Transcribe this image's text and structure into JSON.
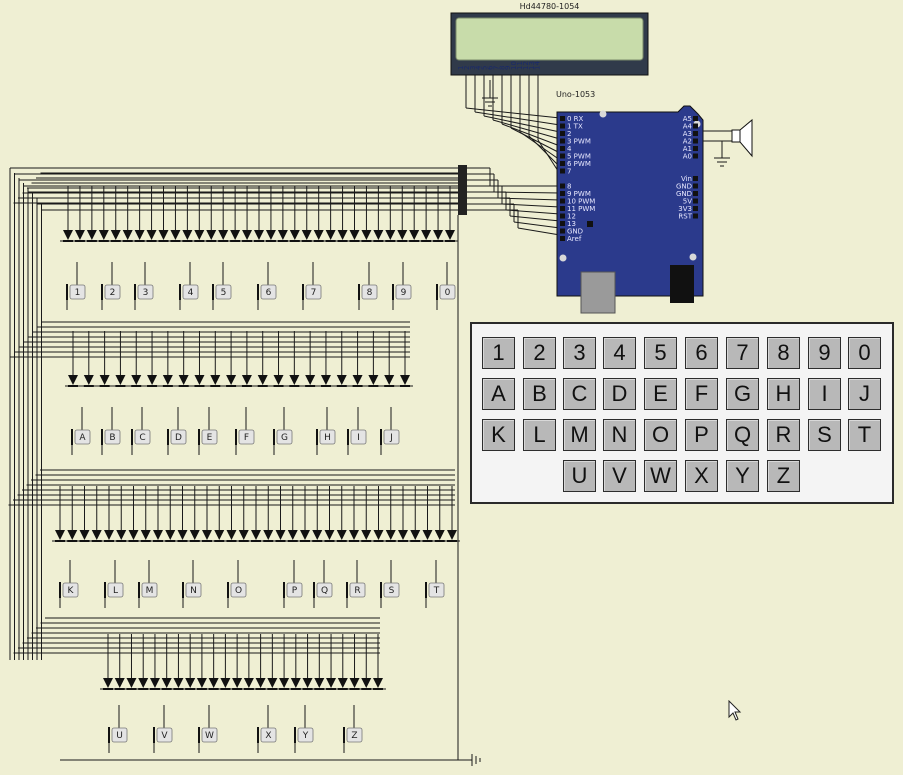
{
  "lcd": {
    "title": "Hd44780-1054",
    "pins": [
      "1",
      "2",
      "3",
      "4",
      "5",
      "6",
      "7",
      "8",
      "9",
      "10",
      "11",
      "12",
      "13",
      "14"
    ]
  },
  "uno": {
    "title": "Uno-1053",
    "left_pins": [
      "0 RX",
      "1 TX",
      "2",
      "3 PWM",
      "4",
      "5 PWM",
      "6 PWM",
      "7",
      "",
      "8",
      "9 PWM",
      "10 PWM",
      "11 PWM",
      "12",
      "13",
      "GND",
      "Aref"
    ],
    "right_pins": [
      "A5",
      "A4",
      "A3",
      "A2",
      "A1",
      "A0",
      "",
      "",
      "Vin",
      "GND",
      "GND",
      "5V",
      "3V3",
      "RST"
    ]
  },
  "circuit_keys": {
    "row1": [
      "1",
      "2",
      "3",
      "4",
      "5",
      "6",
      "7",
      "8",
      "9",
      "0"
    ],
    "row2": [
      "A",
      "B",
      "C",
      "D",
      "E",
      "F",
      "G",
      "H",
      "I",
      "J"
    ],
    "row3": [
      "K",
      "L",
      "M",
      "N",
      "O",
      "P",
      "Q",
      "R",
      "S",
      "T"
    ],
    "row4": [
      "U",
      "V",
      "W",
      "X",
      "Y",
      "Z"
    ]
  },
  "keypad": {
    "row1": [
      "1",
      "2",
      "3",
      "4",
      "5",
      "6",
      "7",
      "8",
      "9",
      "0"
    ],
    "row2": [
      "A",
      "B",
      "C",
      "D",
      "E",
      "F",
      "G",
      "H",
      "I",
      "J"
    ],
    "row3": [
      "K",
      "L",
      "M",
      "N",
      "O",
      "P",
      "Q",
      "R",
      "S",
      "T"
    ],
    "row4": [
      "U",
      "V",
      "W",
      "X",
      "Y",
      "Z"
    ]
  },
  "colors": {
    "background": "#efefd3",
    "lcd_screen": "#c8dcaa",
    "arduino": "#2b3a8c",
    "wire": "#1a1a1a",
    "keypad_key": "#b8b8b8"
  }
}
